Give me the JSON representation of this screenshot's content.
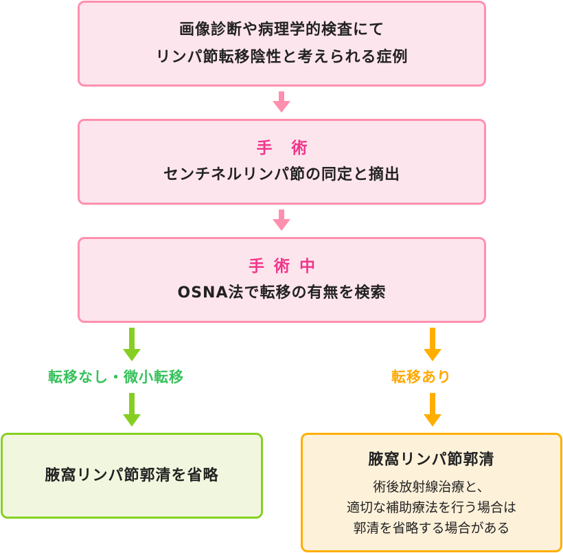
{
  "colors": {
    "pink_border": "#ff8fae",
    "pink_fill": "#fde5ee",
    "pink_heading": "#f0368a",
    "green_border": "#86cf22",
    "green_fill": "#f1f7de",
    "green_label": "#35c15a",
    "orange_border": "#ffae00",
    "orange_fill": "#fdf1da",
    "orange_label": "#ffa800"
  },
  "steps": [
    {
      "lines": [
        "画像診断や病理学的検査にて",
        "リンパ節転移陰性と考えられる症例"
      ]
    },
    {
      "heading": "手術",
      "text": "センチネルリンパ節の同定と摘出"
    },
    {
      "heading": "手術中",
      "text": "OSNA法で転移の有無を検索"
    }
  ],
  "branches": {
    "negative": {
      "label": "転移なし・微小転移",
      "result": "腋窩リンパ節郭清を省略"
    },
    "positive": {
      "label": "転移あり",
      "result_title": "腋窩リンパ節郭清",
      "result_notes": [
        "術後放射線治療と、",
        "適切な補助療法を行う場合は",
        "郭清を省略する場合がある"
      ]
    }
  }
}
